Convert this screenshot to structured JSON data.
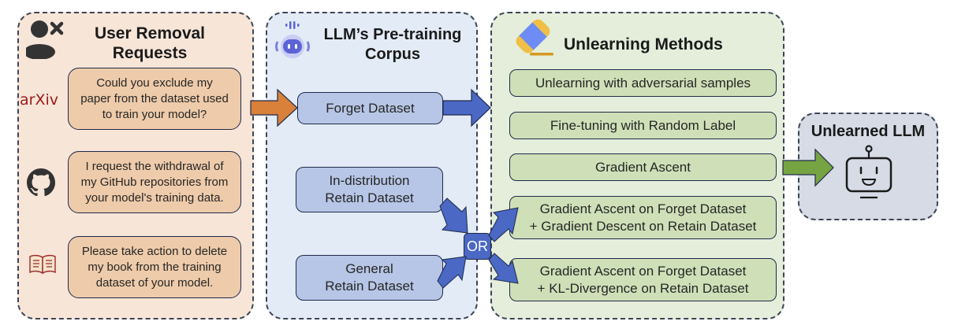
{
  "user_panel": {
    "title_line1": "User Removal",
    "title_line2": "Requests",
    "header_icon": "user-remove-icon",
    "requests": [
      {
        "source": "arXiv",
        "icon": "arxiv-logo",
        "text_lines": [
          "Could you exclude my",
          "paper from the dataset used",
          "to train your model?"
        ]
      },
      {
        "source": "GitHub",
        "icon": "github-icon",
        "text_lines": [
          "I request the withdrawal of",
          "my GitHub repositories from",
          "your model's training data."
        ]
      },
      {
        "source": "Book",
        "icon": "book-icon",
        "text_lines": [
          "Please take action to delete",
          "my book from the training",
          "dataset of your model."
        ]
      }
    ]
  },
  "corpus_panel": {
    "title_line1": "LLM’s Pre-training",
    "title_line2": "Corpus",
    "header_icon": "ai-bot-icon",
    "forget_dataset": "Forget Dataset",
    "retain_in_dist": [
      "In-distribution",
      "Retain Dataset"
    ],
    "retain_general": [
      "General",
      "Retain Dataset"
    ],
    "or_label": "OR"
  },
  "methods_panel": {
    "title": "Unlearning Methods",
    "header_icon": "eraser-icon",
    "methods": [
      {
        "lines": [
          "Unlearning with adversarial samples"
        ]
      },
      {
        "lines": [
          "Fine-tuning with Random Label"
        ]
      },
      {
        "lines": [
          "Gradient Ascent"
        ]
      },
      {
        "lines": [
          "Gradient Ascent on Forget Dataset",
          "+ Gradient Descent on Retain Dataset"
        ]
      },
      {
        "lines": [
          "Gradient Ascent on Forget Dataset",
          "+ KL-Divergence on Retain Dataset"
        ]
      }
    ]
  },
  "unlearned_panel": {
    "title": "Unlearned LLM",
    "icon": "robot-icon"
  },
  "colors": {
    "user_panel_bg": "#f7e5d8",
    "request_box": "#eecbaa",
    "corpus_panel_bg": "#e2ebf6",
    "dataset_box": "#b7c6e6",
    "methods_panel_bg": "#e4eedb",
    "method_box": "#cfe0b8",
    "unlearned_panel_bg": "#d6dbe5",
    "orange_arrow": "#d9803a",
    "blue_arrow": "#4a68c4",
    "green_arrow": "#77a443",
    "arxiv_red": "#9a1b1b"
  }
}
